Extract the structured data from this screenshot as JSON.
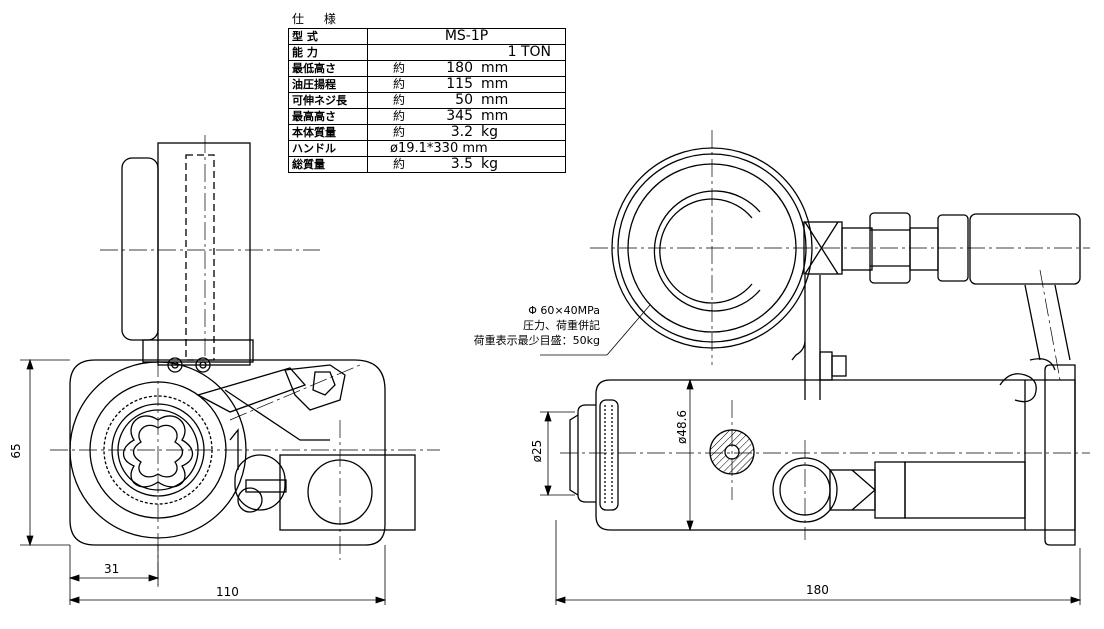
{
  "spec": {
    "title": "仕 様",
    "rows": [
      {
        "key": "型 式",
        "text": "MS-1P"
      },
      {
        "key": "能 力",
        "text": "1 TON"
      },
      {
        "key": "最低高さ",
        "prefix": "約",
        "num": "180",
        "unit": "mm"
      },
      {
        "key": "油圧揚程",
        "prefix": "約",
        "num": "115",
        "unit": "mm"
      },
      {
        "key": "可伸ネジ長",
        "prefix": "約",
        "num": "50",
        "unit": "mm"
      },
      {
        "key": "最高高さ",
        "prefix": "約",
        "num": "345",
        "unit": "mm"
      },
      {
        "key": "本体質量",
        "prefix": "約",
        "num": "3.2",
        "unit": "kg"
      },
      {
        "key": "ハンドル",
        "text": "ø19.1*330 mm"
      },
      {
        "key": "総質量",
        "prefix": "約",
        "num": "3.5",
        "unit": "kg"
      }
    ]
  },
  "annotation": {
    "line1": "Φ 60×40MPa",
    "line2": "圧力、荷重併記",
    "line3": "荷重表示最少目盛：50kg"
  },
  "dimensions": {
    "height_left": "65",
    "offset_left": "31",
    "width_left": "110",
    "rod_dia": "ø25",
    "body_dia": "ø48.6",
    "length_right": "180"
  }
}
